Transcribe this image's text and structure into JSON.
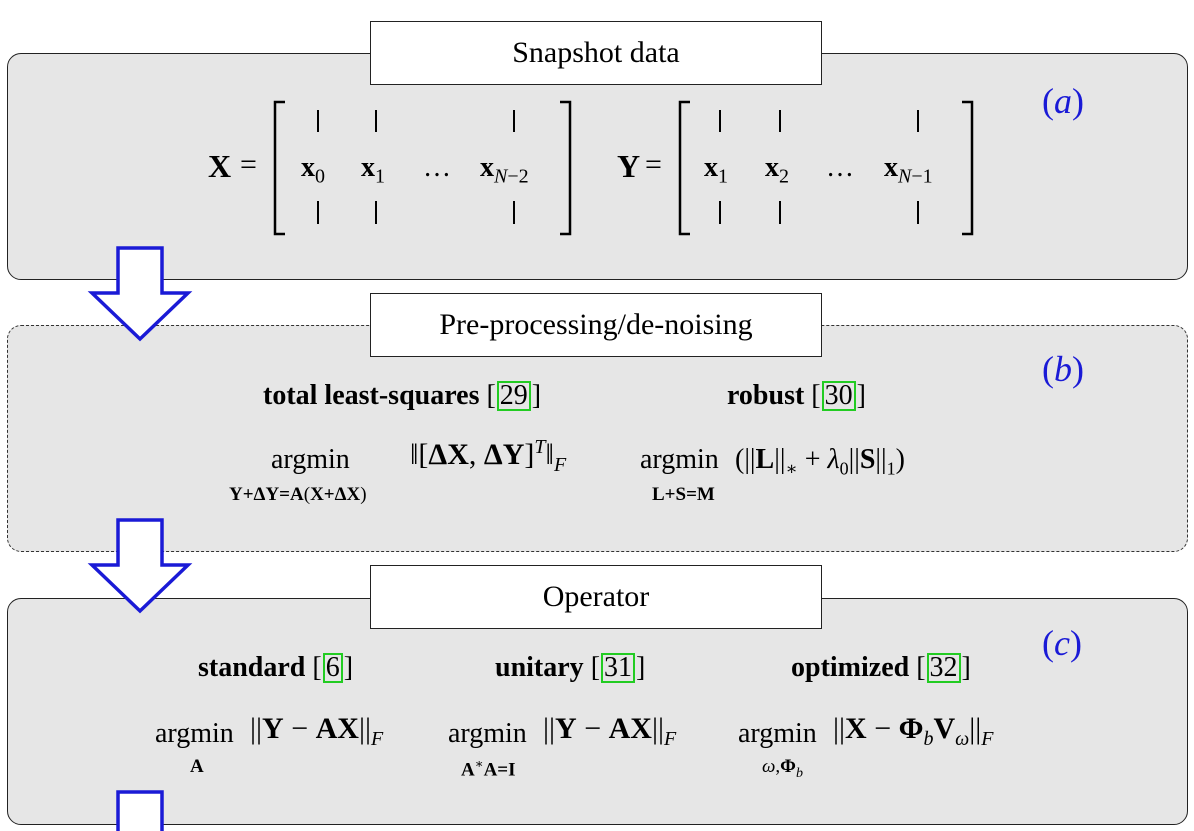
{
  "colors": {
    "panel_fill": "#e6e6e6",
    "tag": "#1a1ad6",
    "arrow": "#1a1ad6",
    "citation_box": "#22cc22"
  },
  "panel_a": {
    "title": "Snapshot data",
    "tag": "a",
    "x_matrix": {
      "lhs": "X",
      "cols": [
        "x0",
        "x1",
        "…",
        "xN−2"
      ]
    },
    "y_matrix": {
      "lhs": "Y",
      "cols": [
        "x1",
        "x2",
        "…",
        "xN−1"
      ]
    }
  },
  "panel_b": {
    "title": "Pre-processing/de-noising",
    "tag": "b",
    "methods": [
      {
        "name": "total least-squares",
        "ref": "29",
        "formula": "argmin_{Y+ΔY=A(X+ΔX)} ‖[ΔX, ΔY]^T‖_F"
      },
      {
        "name": "robust",
        "ref": "30",
        "formula": "argmin_{L+S=M} (||L||_* + λ0||S||_1)"
      }
    ]
  },
  "panel_c": {
    "title": "Operator",
    "tag": "c",
    "methods": [
      {
        "name": "standard",
        "ref": "6",
        "formula": "argmin_A ||Y − AX||_F"
      },
      {
        "name": "unitary",
        "ref": "31",
        "formula": "argmin_{A*A=I} ||Y − AX||_F"
      },
      {
        "name": "optimized",
        "ref": "32",
        "formula": "argmin_{ω,Φb} ||X − Φb Vω||_F"
      }
    ]
  }
}
